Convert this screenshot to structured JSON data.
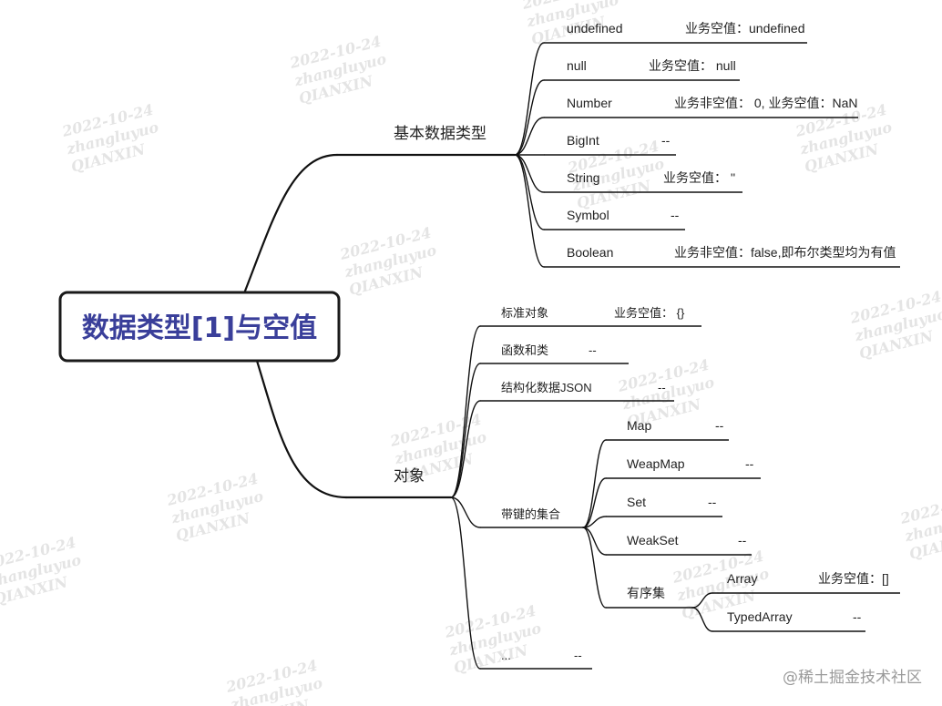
{
  "root": {
    "label": "数据类型[1]与空值"
  },
  "branches": [
    {
      "label": "基本数据类型",
      "children": [
        {
          "label": "undefined",
          "note": "业务空值：undefined"
        },
        {
          "label": "null",
          "note": "业务空值： null"
        },
        {
          "label": "Number",
          "note": "业务非空值： 0, 业务空值：NaN"
        },
        {
          "label": "BigInt",
          "note": "--"
        },
        {
          "label": "String",
          "note": "业务空值： ''"
        },
        {
          "label": "Symbol",
          "note": "--"
        },
        {
          "label": "Boolean",
          "note": "业务非空值：false,即布尔类型均为有值"
        }
      ]
    },
    {
      "label": "对象",
      "children": [
        {
          "label": "标准对象",
          "note": "业务空值： {}"
        },
        {
          "label": "函数和类",
          "note": "--"
        },
        {
          "label": "结构化数据JSON",
          "note": "--"
        },
        {
          "label": "带键的集合",
          "children": [
            {
              "label": "Map",
              "note": "--"
            },
            {
              "label": "WeapMap",
              "note": "--"
            },
            {
              "label": "Set",
              "note": "--"
            },
            {
              "label": "WeakSet",
              "note": "--"
            },
            {
              "label": "有序集",
              "children": [
                {
                  "label": "Array",
                  "note": "业务空值：[]"
                },
                {
                  "label": "TypedArray",
                  "note": "--"
                }
              ]
            }
          ]
        },
        {
          "label": "...",
          "note": "--"
        }
      ]
    }
  ],
  "watermark": [
    "2022-10-24",
    "zhangluyuo",
    "QIANXIN"
  ],
  "credit": "@稀土掘金技术社区"
}
